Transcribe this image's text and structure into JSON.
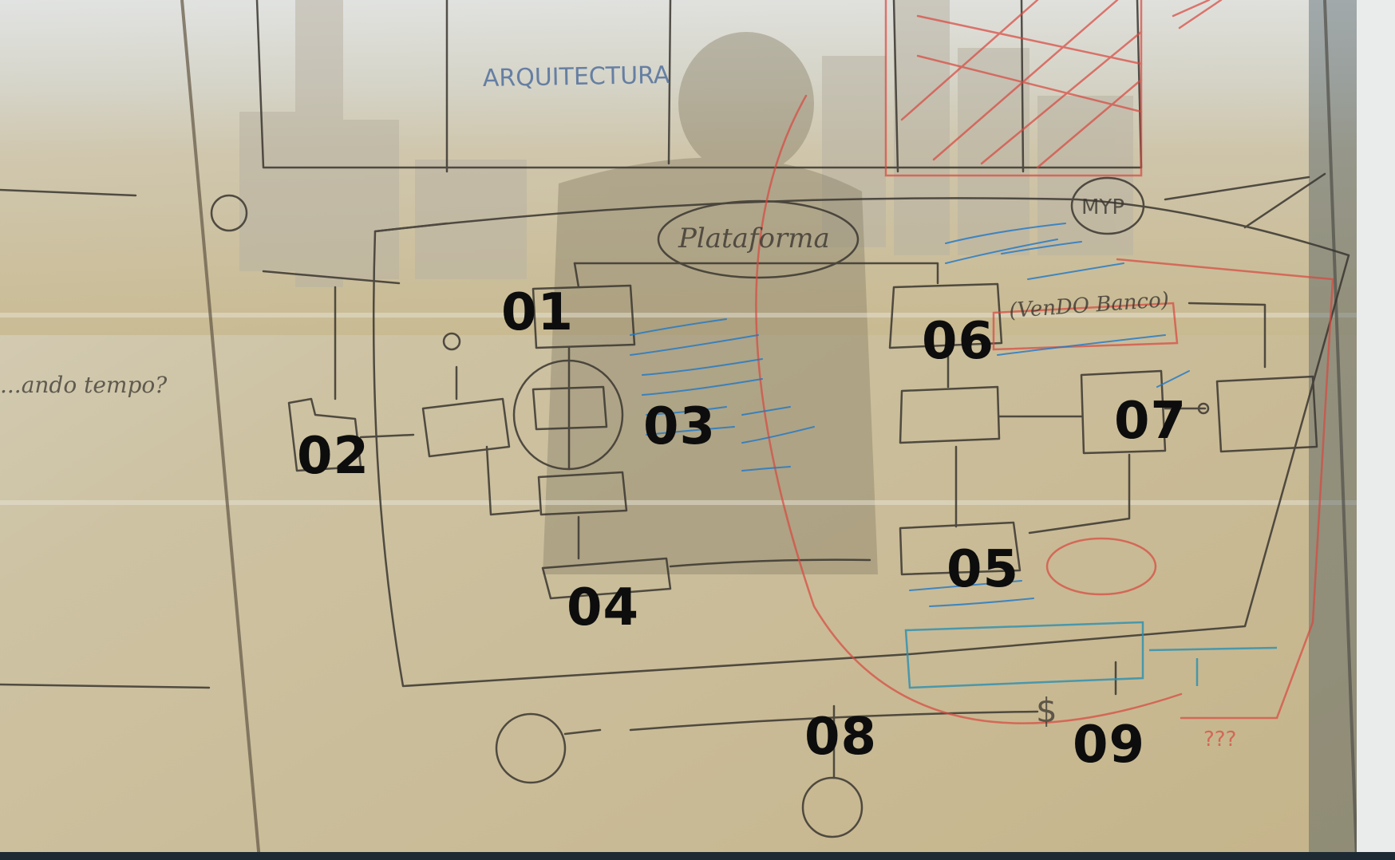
{
  "photo": {
    "subject": "whiteboard-sketch",
    "overlay_labels": [
      "01",
      "02",
      "03",
      "04",
      "05",
      "06",
      "07",
      "08",
      "09"
    ]
  },
  "whiteboard": {
    "title": "ARQUITECTURA",
    "node_platform": "Plataforma",
    "node_myp": "MYP",
    "node_vendo_banco": "(VenDO Banco)",
    "node_left_note": "...ando tempo?",
    "node_bottom_money": "$",
    "node_question_marks": "???"
  },
  "colors": {
    "marker_black": "#3a3630",
    "marker_blue": "#1f78c8",
    "marker_red": "#d9473f",
    "marker_cyan": "#2a8fb0",
    "board": "#c9bd98",
    "sky": "#d6dadb"
  }
}
